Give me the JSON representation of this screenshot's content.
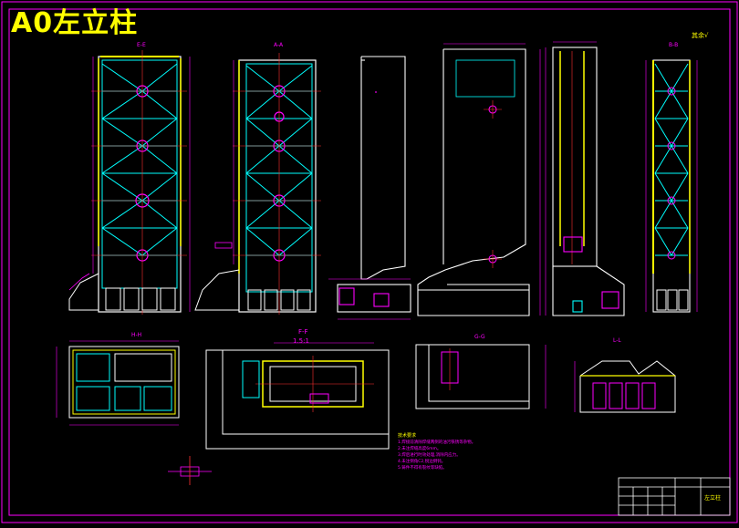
{
  "drawing": {
    "title": "A0左立柱",
    "section_labels": {
      "ee": "E-E",
      "aa": "A-A",
      "bb": "B-B",
      "hh": "H-H",
      "ff": "F-F",
      "gg": "G-G",
      "ll": "L-L"
    },
    "scale": "1.5:1",
    "notes_title": "技术要求",
    "notes": [
      "1.焊接前清除焊缝两侧的油污铁锈等杂物。",
      "2.未注焊缝高度6mm。",
      "3.焊后进行时效处理,消除内应力。",
      "4.未注倒角C2,锐边倒钝。",
      "5.铸件不得有裂纹等缺陷。"
    ],
    "title_block_name": "左立柱",
    "roughness_note": "其余√"
  },
  "colors": {
    "background": "#000000",
    "frame": "#ff00ff",
    "title": "#ffff00",
    "outline": "#ffffff",
    "rib": "#00ffff",
    "dimension": "#ff00ff",
    "center": "#ff3030",
    "note_text": "#ff00ff"
  }
}
